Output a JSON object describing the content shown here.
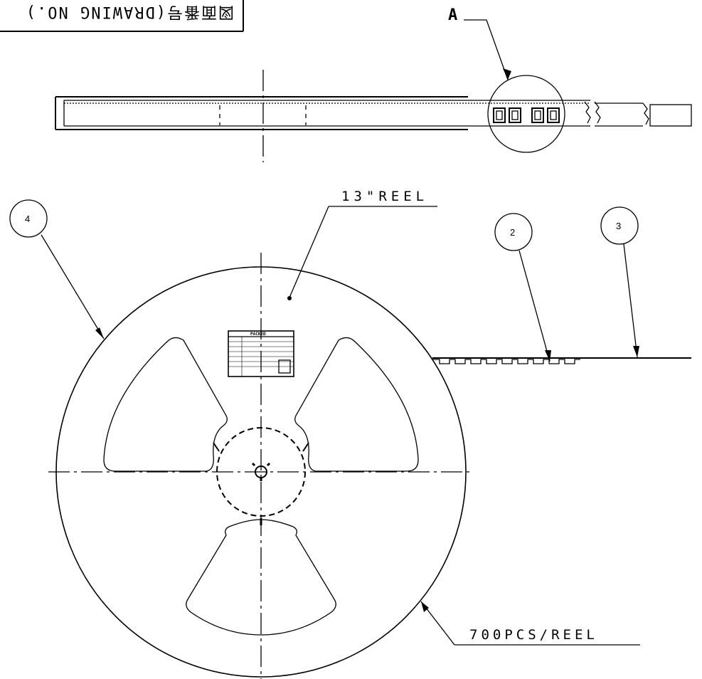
{
  "drawing_no_label": "図面番号(DRAWING NO.)",
  "detail_label": "A",
  "reel_size_label": "13\"REEL",
  "quantity_label": "700PCS/REEL",
  "balloons": [
    "4",
    "2",
    "3"
  ],
  "reel_label_header": "PACKED"
}
